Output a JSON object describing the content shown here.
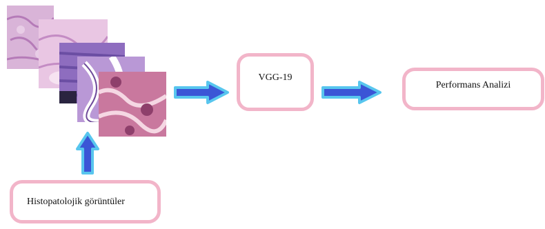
{
  "nodes": {
    "model": "VGG-19",
    "performance": "Performans Analizi",
    "images": "Histopatolojik görüntüler"
  },
  "colors": {
    "box_border": "#f2b5c9",
    "arrow_fill": "#3b55d6",
    "arrow_outline": "#58c6ee"
  },
  "images_depicted": [
    "histology-tile-1",
    "histology-tile-2",
    "histology-tile-3",
    "histology-tile-4",
    "histology-tile-5"
  ]
}
